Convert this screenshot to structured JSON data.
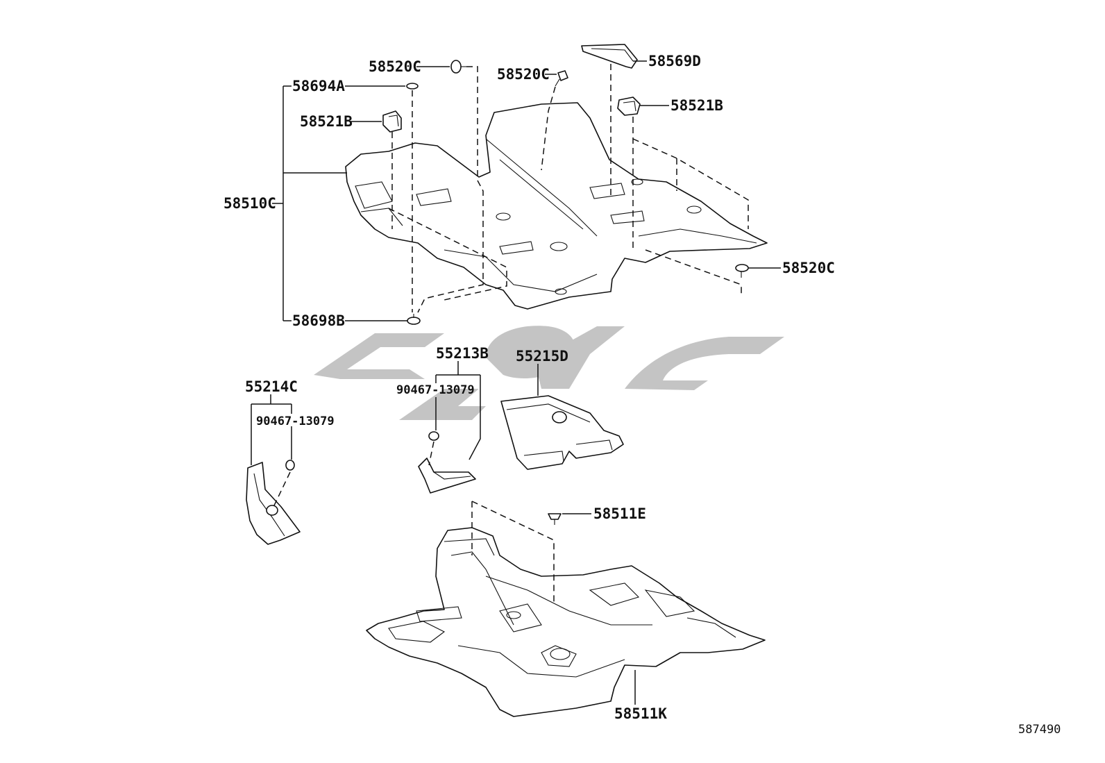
{
  "labels": {
    "p58520C_top": "58520C",
    "p58520C_mid": "58520C",
    "p58569D": "58569D",
    "p58694A": "58694A",
    "p58521B_left": "58521B",
    "p58521B_right": "58521B",
    "p58510C": "58510C",
    "p58520C_right": "58520C",
    "p58698B": "58698B",
    "p55213B": "55213B",
    "p55215D": "55215D",
    "p55214C": "55214C",
    "p90467_a": "90467-13079",
    "p90467_b": "90467-13079",
    "p58511E": "58511E",
    "p58511K": "58511K"
  },
  "diagram_code": "587490",
  "colors": {
    "line": "#111111",
    "watermark": "#c4c4c4",
    "background": "#ffffff"
  }
}
